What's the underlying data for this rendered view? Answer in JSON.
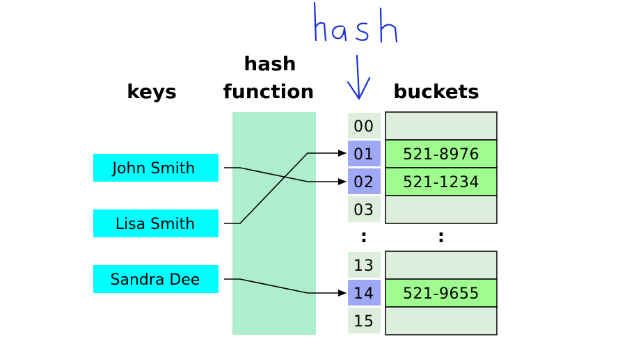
{
  "headers": {
    "keys": "keys",
    "hash_line1": "hash",
    "hash_line2": "function",
    "buckets": "buckets"
  },
  "handwritten_annotation": "hash",
  "keys": [
    "John Smith",
    "Lisa Smith",
    "Sandra Dee"
  ],
  "buckets": [
    {
      "index": "00",
      "value": "",
      "highlighted": false
    },
    {
      "index": "01",
      "value": "521-8976",
      "highlighted": true
    },
    {
      "index": "02",
      "value": "521-1234",
      "highlighted": true
    },
    {
      "index": "03",
      "value": "",
      "highlighted": false
    },
    {
      "index": "13",
      "value": "",
      "highlighted": false
    },
    {
      "index": "14",
      "value": "521-9655",
      "highlighted": true
    },
    {
      "index": "15",
      "value": "",
      "highlighted": false
    }
  ],
  "ellipsis": ":",
  "mappings": [
    {
      "key": "John Smith",
      "bucket": "02"
    },
    {
      "key": "Lisa Smith",
      "bucket": "01"
    },
    {
      "key": "Sandra Dee",
      "bucket": "14"
    }
  ],
  "colors": {
    "key_box": "#00ffff",
    "hash_band": "#aeeecf",
    "index_plain": "#ddeedd",
    "index_highlight": "#9fa8f5",
    "bucket_empty": "#ddeedd",
    "bucket_filled": "#9ffc8f",
    "annotation": "#1a2fd6"
  }
}
